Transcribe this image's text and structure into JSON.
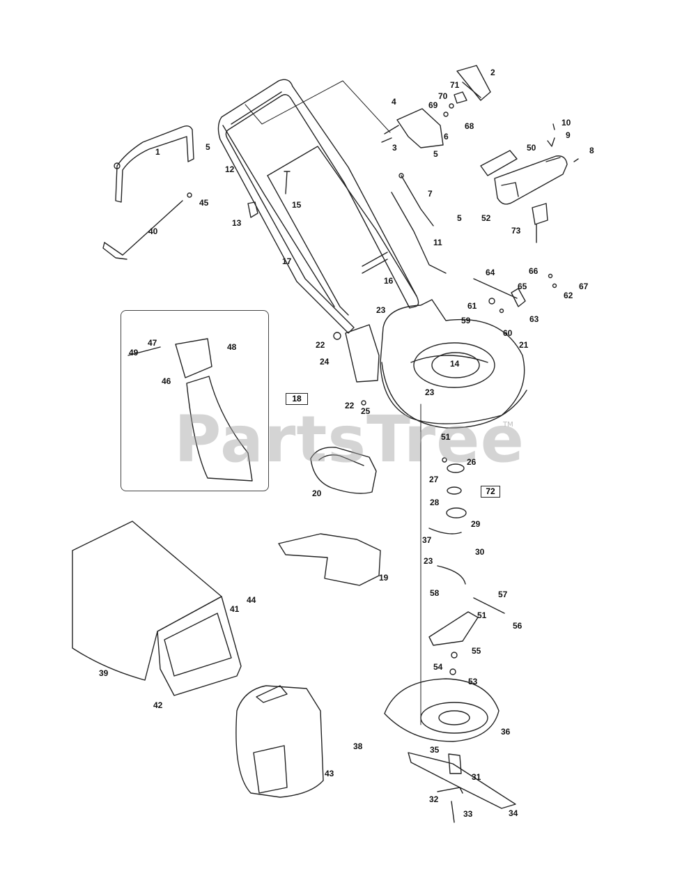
{
  "watermark": {
    "text": "PartsTree",
    "trademark": "TM"
  },
  "callout_box_18": "18",
  "callout_box_72": "72",
  "labels": {
    "p1": "1",
    "p2": "2",
    "p3": "3",
    "p4": "4",
    "p5a": "5",
    "p5b": "5",
    "p5c": "5",
    "p6": "6",
    "p7": "7",
    "p8": "8",
    "p9": "9",
    "p10": "10",
    "p11": "11",
    "p12": "12",
    "p13": "13",
    "p14": "14",
    "p15": "15",
    "p16": "16",
    "p17": "17",
    "p19": "19",
    "p20": "20",
    "p21": "21",
    "p22a": "22",
    "p22b": "22",
    "p23a": "23",
    "p23b": "23",
    "p23c": "23",
    "p24": "24",
    "p25": "25",
    "p26": "26",
    "p27": "27",
    "p28": "28",
    "p29": "29",
    "p30": "30",
    "p31": "31",
    "p32": "32",
    "p33": "33",
    "p34": "34",
    "p35": "35",
    "p36": "36",
    "p37": "37",
    "p38": "38",
    "p39": "39",
    "p40": "40",
    "p41": "41",
    "p42": "42",
    "p43": "43",
    "p44": "44",
    "p45": "45",
    "p46": "46",
    "p47": "47",
    "p48": "48",
    "p49": "49",
    "p50": "50",
    "p51a": "51",
    "p51b": "51",
    "p52": "52",
    "p53": "53",
    "p54": "54",
    "p55": "55",
    "p56": "56",
    "p57": "57",
    "p58": "58",
    "p59": "59",
    "p60": "60",
    "p61": "61",
    "p62": "62",
    "p63": "63",
    "p64": "64",
    "p65": "65",
    "p66": "66",
    "p67": "67",
    "p68": "68",
    "p69": "69",
    "p70": "70",
    "p71": "71",
    "p73": "73"
  }
}
